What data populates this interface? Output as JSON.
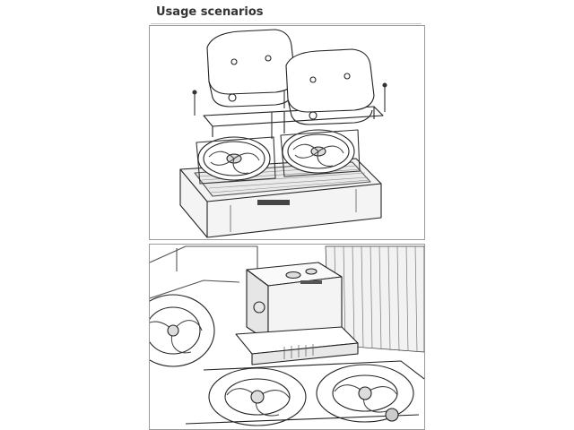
{
  "header": {
    "title": "Usage scenarios"
  },
  "illustrations": [
    {
      "name": "exploded-radiator-assembly",
      "label": ""
    },
    {
      "name": "installed-pump-block",
      "label": ""
    }
  ]
}
